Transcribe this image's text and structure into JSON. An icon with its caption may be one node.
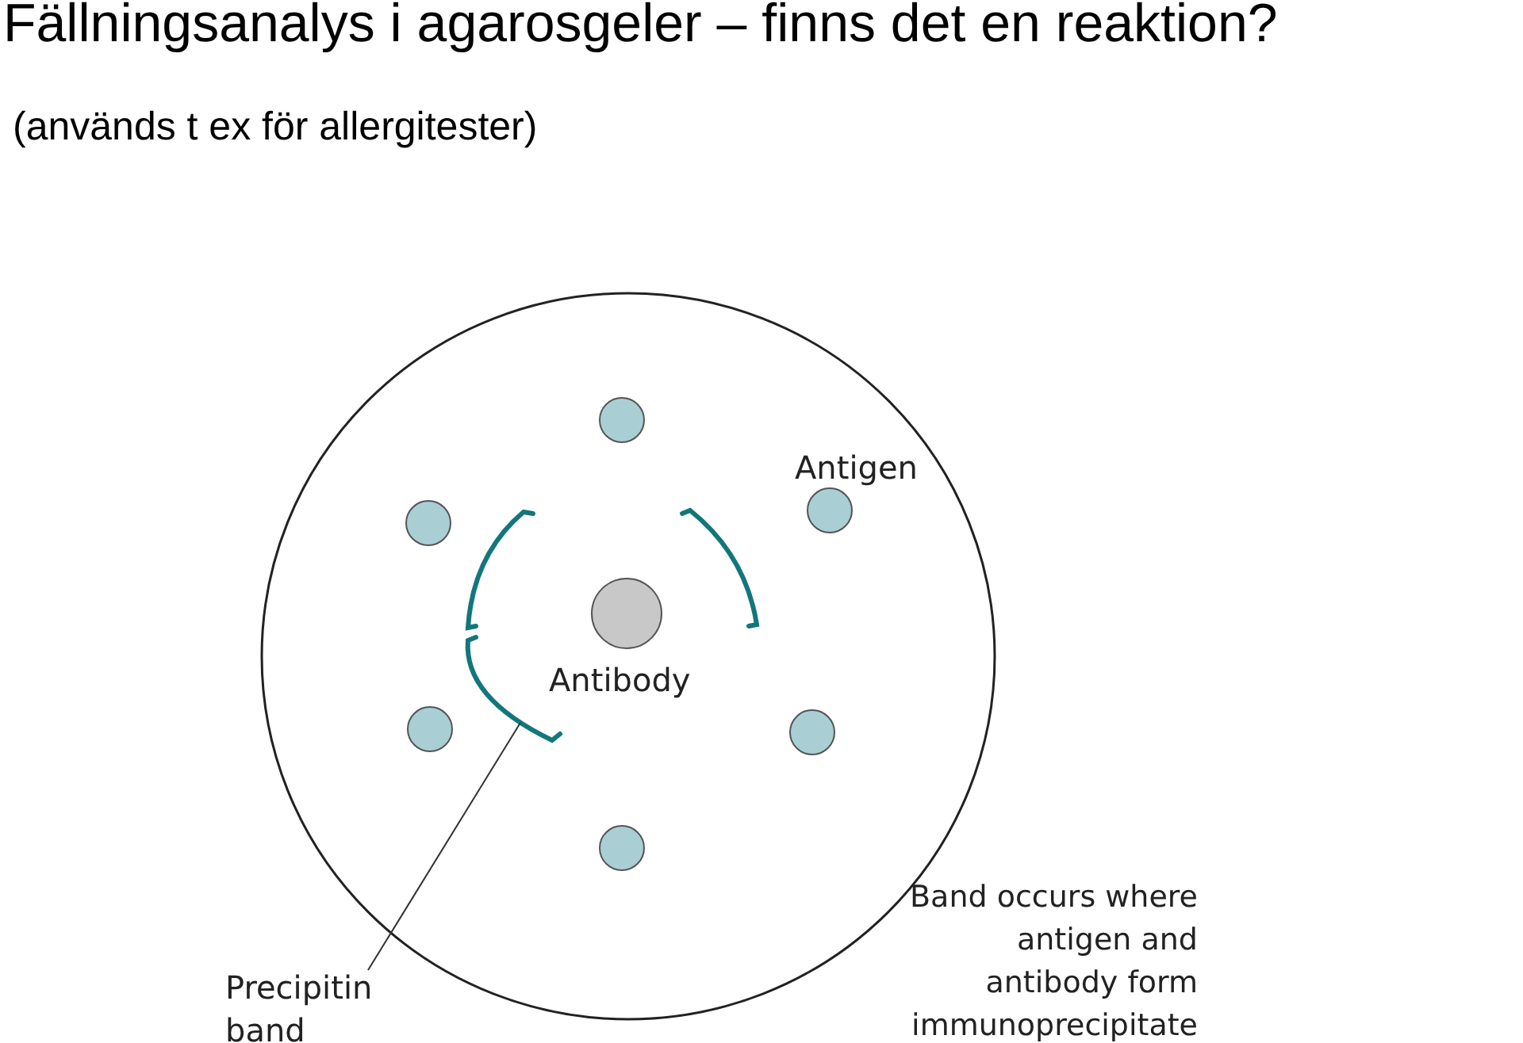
{
  "diagram": {
    "title": "Fällningsanalys i agarosgeler – finns det en reaktion?",
    "nodes": [
      {
        "text": [
          "Precipitin band"
        ]
      },
      {
        "text": [],
        "shape": "arc"
      }
    ],
    "edges": [
      {
        "from": 0,
        "to": 1,
        "arrow": "none"
      }
    ],
    "labels": [
      "(används t ex för allergitester)",
      "Antigen",
      "Antibody",
      "Band occurs where antigen and antibody form immunoprecipitate"
    ]
  }
}
